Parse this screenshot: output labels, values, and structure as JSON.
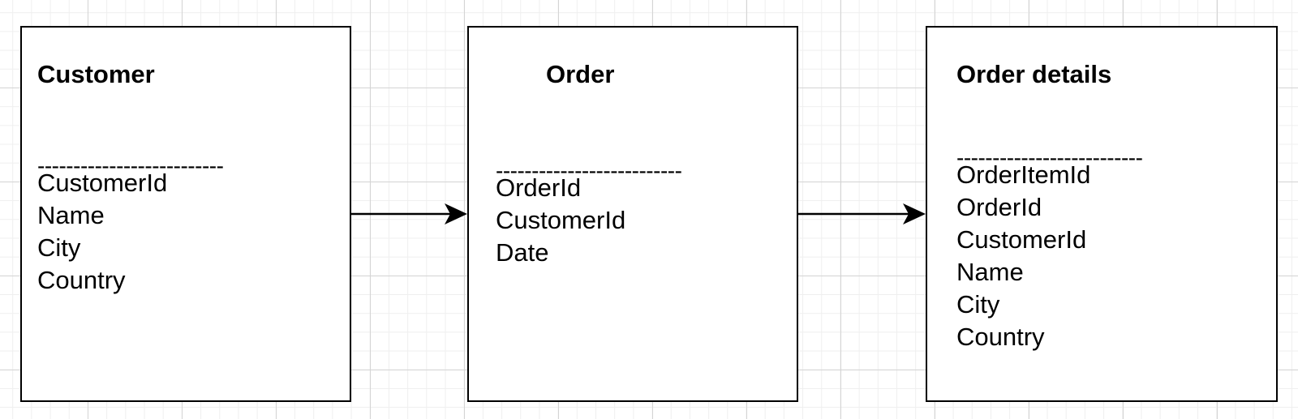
{
  "diagram": {
    "entities": [
      {
        "title": "Customer",
        "divider": "--------------------------",
        "fields": [
          "CustomerId",
          "Name",
          "City",
          "Country"
        ]
      },
      {
        "title": "Order",
        "divider": "--------------------------",
        "fields": [
          "OrderId",
          "CustomerId",
          "Date"
        ]
      },
      {
        "title": "Order details",
        "divider": "--------------------------",
        "fields": [
          "OrderItemId",
          "OrderId",
          "CustomerId",
          "Name",
          "City",
          "Country"
        ]
      }
    ],
    "connections": [
      {
        "from": "Customer",
        "to": "Order"
      },
      {
        "from": "Order",
        "to": "Order details"
      }
    ],
    "colors": {
      "line": "#000000",
      "box_fill": "#ffffff",
      "grid_major": "#d4d4d4",
      "grid_minor": "#efefef"
    }
  }
}
